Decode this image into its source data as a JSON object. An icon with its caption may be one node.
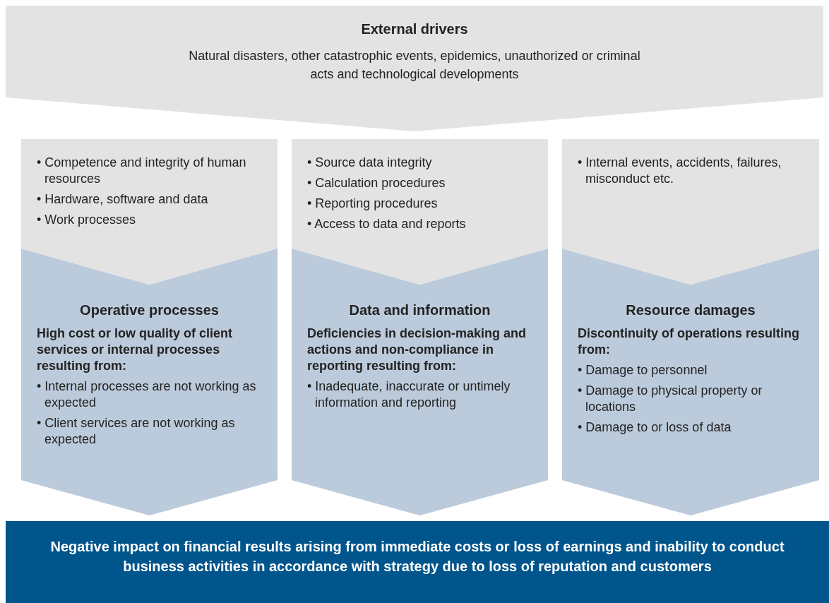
{
  "diagram": {
    "nodes": [
      {
        "text": [
          "External drivers",
          "Natural disasters, other catastrophic events, epidemics, unauthorized or criminal acts and technological developments"
        ]
      },
      {
        "text": [
          "• Competence and integrity of human resources",
          "• Hardware, software and data",
          "• Work processes"
        ]
      },
      {
        "text": [
          "• Source data integrity",
          "• Calculation procedures",
          "• Reporting procedures",
          "• Access to data and reports"
        ]
      },
      {
        "text": [
          "• Internal events, accidents, failures, misconduct etc."
        ]
      },
      {
        "text": [
          "Operative processes",
          "High cost or low quality of client services or internal processes resulting from:",
          "• Internal processes are not working as expected",
          "• Client services are not working as expected"
        ]
      },
      {
        "text": [
          "Data and information",
          "Deficiencies in decision-making and actions and non-compliance in reporting resulting from:",
          "• Inadequate, inaccurate or untimely information and reporting"
        ]
      },
      {
        "text": [
          "Resource damages",
          "Discontinuity of operations resulting from:",
          "• Damage to personnel",
          "• Damage to physical property or locations",
          "• Damage to or loss of data"
        ]
      },
      {
        "text": [
          "Negative impact on financial results arising from immediate costs or loss of earnings and inability to conduct business activities in accordance with strategy due to loss of reputation and customers"
        ]
      }
    ],
    "edges": []
  }
}
